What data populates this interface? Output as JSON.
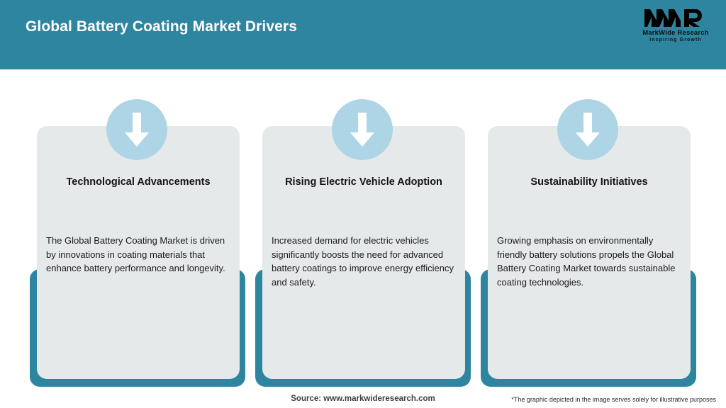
{
  "header": {
    "title": "Global Battery Coating Market Drivers",
    "background_color": "#2E85A0",
    "title_color": "#FFFFFF"
  },
  "logo": {
    "monogram": "MWR",
    "name": "MarkWide Research",
    "tagline": "Inspiring Growth"
  },
  "theme": {
    "accent_teal": "#2E85A0",
    "badge_blue": "#ADD5E5",
    "card_gray": "#E6E9EA",
    "page_background": "#FFFFFF"
  },
  "cards": [
    {
      "icon": "down-arrow-icon",
      "title": "Technological Advancements",
      "body": "The Global Battery Coating Market is driven by innovations in coating materials that enhance battery performance and longevity."
    },
    {
      "icon": "down-arrow-icon",
      "title": "Rising Electric Vehicle Adoption",
      "body": "Increased demand for electric vehicles significantly boosts the need for advanced battery coatings to improve energy efficiency and safety."
    },
    {
      "icon": "down-arrow-icon",
      "title": "Sustainability Initiatives",
      "body": "Growing emphasis on environmentally friendly battery solutions propels the Global Battery Coating Market towards sustainable coating technologies."
    }
  ],
  "footer": {
    "source": "Source: www.markwideresearch.com",
    "disclaimer": "*The graphic depicted in the image serves solely for illustrative purposes"
  }
}
